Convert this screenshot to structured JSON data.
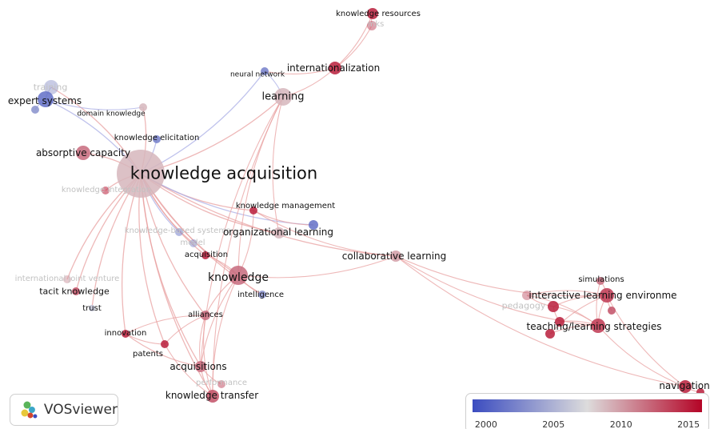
{
  "app": {
    "name": "VOSviewer"
  },
  "colors": {
    "low": "#3b4cc0",
    "mid": "#dddcdc",
    "high": "#b40426",
    "edge_red": "#e8a0a0",
    "edge_blue": "#a9aee6"
  },
  "nodes": [
    {
      "id": "ka",
      "label": "knowledge acquisition",
      "year": 2009,
      "weight": 100
    },
    {
      "id": "kr",
      "label": "knowledge resources",
      "year": 2015,
      "weight": 12
    },
    {
      "id": "mks",
      "label": "mks",
      "year": 2013,
      "weight": 6
    },
    {
      "id": "intl",
      "label": "internationalization",
      "year": 2015,
      "weight": 12
    },
    {
      "id": "nn",
      "label": "neural network",
      "year": 2002,
      "weight": 6
    },
    {
      "id": "learning",
      "label": "learning",
      "year": 2009,
      "weight": 30
    },
    {
      "id": "training",
      "label": "training",
      "year": 2004,
      "weight": 12
    },
    {
      "id": "es",
      "label": "expert systems",
      "year": 2001,
      "weight": 14
    },
    {
      "id": "dk",
      "label": "domain knowledge",
      "year": 2009,
      "weight": 6
    },
    {
      "id": "blue1",
      "label": "",
      "year": 2003,
      "weight": 6
    },
    {
      "id": "kel",
      "label": "knowledge elicitation",
      "year": 2002,
      "weight": 6
    },
    {
      "id": "ac",
      "label": "absorptive capacity",
      "year": 2012,
      "weight": 20
    },
    {
      "id": "ki",
      "label": "knowledge integration",
      "year": 2015,
      "weight": 8
    },
    {
      "id": "kbs",
      "label": "knowledge-based systems",
      "year": 2002,
      "weight": 8
    },
    {
      "id": "model",
      "label": "model",
      "year": 2003,
      "weight": 6
    },
    {
      "id": "km",
      "label": "knowledge management",
      "year": 2015,
      "weight": 10
    },
    {
      "id": "ol",
      "label": "organizational learning",
      "year": 2009,
      "weight": 12
    },
    {
      "id": "blue2",
      "label": "",
      "year": 2001,
      "weight": 8
    },
    {
      "id": "acq",
      "label": "acquisition",
      "year": 2015,
      "weight": 8
    },
    {
      "id": "cl",
      "label": "collaborative learning",
      "year": 2010,
      "weight": 12
    },
    {
      "id": "ijv",
      "label": "international joint venture",
      "year": 2010,
      "weight": 6
    },
    {
      "id": "tk",
      "label": "tacit knowledge",
      "year": 2013,
      "weight": 8
    },
    {
      "id": "trust",
      "label": "trust",
      "year": 2006,
      "weight": 6
    },
    {
      "id": "knowledge",
      "label": "knowledge",
      "year": 2012,
      "weight": 34
    },
    {
      "id": "intel",
      "label": "intelligence",
      "year": 2003,
      "weight": 6
    },
    {
      "id": "alliances",
      "label": "alliances",
      "year": 2012,
      "weight": 10
    },
    {
      "id": "innovation",
      "label": "innovation",
      "year": 2015,
      "weight": 8
    },
    {
      "id": "patents",
      "label": "patents",
      "year": 2015,
      "weight": 8
    },
    {
      "id": "acqs",
      "label": "acquisitions",
      "year": 2012,
      "weight": 14
    },
    {
      "id": "perf",
      "label": "performance",
      "year": 2013,
      "weight": 6
    },
    {
      "id": "kt",
      "label": "knowledge transfer",
      "year": 2013,
      "weight": 14
    },
    {
      "id": "sims",
      "label": "simulations",
      "year": 2012,
      "weight": 6
    },
    {
      "id": "ile",
      "label": "interactive learning environme",
      "year": 2014,
      "weight": 18
    },
    {
      "id": "ped",
      "label": "pedagogy",
      "year": 2012,
      "weight": 8
    },
    {
      "id": "tls",
      "label": "teaching/learning strategies",
      "year": 2014,
      "weight": 18
    },
    {
      "id": "e1",
      "label": "",
      "year": 2015,
      "weight": 8
    },
    {
      "id": "e2",
      "label": "",
      "year": 2015,
      "weight": 8
    },
    {
      "id": "e3",
      "label": "",
      "year": 2013,
      "weight": 8
    },
    {
      "id": "e4",
      "label": "",
      "year": 2015,
      "weight": 6
    },
    {
      "id": "nav",
      "label": "navigation",
      "year": 2015,
      "weight": 14
    },
    {
      "id": "nav2",
      "label": "",
      "year": 2015,
      "weight": 6
    }
  ],
  "links": [
    [
      "ka",
      "learning"
    ],
    [
      "ka",
      "es"
    ],
    [
      "ka",
      "training"
    ],
    [
      "ka",
      "dk"
    ],
    [
      "ka",
      "kel"
    ],
    [
      "ka",
      "ac"
    ],
    [
      "ka",
      "ki"
    ],
    [
      "ka",
      "kbs"
    ],
    [
      "ka",
      "model"
    ],
    [
      "ka",
      "km"
    ],
    [
      "ka",
      "ol"
    ],
    [
      "ka",
      "acq"
    ],
    [
      "ka",
      "cl"
    ],
    [
      "ka",
      "ijv"
    ],
    [
      "ka",
      "tk"
    ],
    [
      "ka",
      "trust"
    ],
    [
      "ka",
      "knowledge"
    ],
    [
      "ka",
      "alliances"
    ],
    [
      "ka",
      "innovation"
    ],
    [
      "ka",
      "patents"
    ],
    [
      "ka",
      "acqs"
    ],
    [
      "ka",
      "kt"
    ],
    [
      "ka",
      "nn"
    ],
    [
      "ka",
      "blue2"
    ],
    [
      "ka",
      "intel"
    ],
    [
      "learning",
      "intl"
    ],
    [
      "learning",
      "nn"
    ],
    [
      "learning",
      "knowledge"
    ],
    [
      "learning",
      "kt"
    ],
    [
      "learning",
      "acqs"
    ],
    [
      "learning",
      "ol"
    ],
    [
      "intl",
      "kr"
    ],
    [
      "intl",
      "mks"
    ],
    [
      "kr",
      "mks"
    ],
    [
      "nn",
      "intl"
    ],
    [
      "training",
      "es"
    ],
    [
      "es",
      "dk"
    ],
    [
      "es",
      "blue1"
    ],
    [
      "knowledge",
      "acq"
    ],
    [
      "knowledge",
      "alliances"
    ],
    [
      "knowledge",
      "intel"
    ],
    [
      "knowledge",
      "kt"
    ],
    [
      "knowledge",
      "acqs"
    ],
    [
      "knowledge",
      "cl"
    ],
    [
      "knowledge",
      "km"
    ],
    [
      "alliances",
      "patents"
    ],
    [
      "alliances",
      "innovation"
    ],
    [
      "alliances",
      "acqs"
    ],
    [
      "alliances",
      "kt"
    ],
    [
      "innovation",
      "patents"
    ],
    [
      "acqs",
      "kt"
    ],
    [
      "acqs",
      "perf"
    ],
    [
      "patents",
      "kt"
    ],
    [
      "innovation",
      "acqs"
    ],
    [
      "km",
      "blue2"
    ],
    [
      "km",
      "cl"
    ],
    [
      "cl",
      "ile"
    ],
    [
      "cl",
      "tls"
    ],
    [
      "cl",
      "nav"
    ],
    [
      "ile",
      "tls"
    ],
    [
      "ile",
      "sims"
    ],
    [
      "ile",
      "ped"
    ],
    [
      "tls",
      "ped"
    ],
    [
      "tls",
      "e1"
    ],
    [
      "tls",
      "e2"
    ],
    [
      "ile",
      "e1"
    ],
    [
      "ile",
      "e3"
    ],
    [
      "tls",
      "e4"
    ],
    [
      "ile",
      "e4"
    ],
    [
      "sims",
      "tls"
    ],
    [
      "ile",
      "nav"
    ],
    [
      "tls",
      "nav"
    ],
    [
      "nav",
      "nav2"
    ],
    [
      "ped",
      "e1"
    ],
    [
      "e1",
      "e2"
    ]
  ],
  "legend": {
    "ticks": [
      2000,
      2005,
      2010,
      2015
    ],
    "min": 1999,
    "max": 2016
  }
}
